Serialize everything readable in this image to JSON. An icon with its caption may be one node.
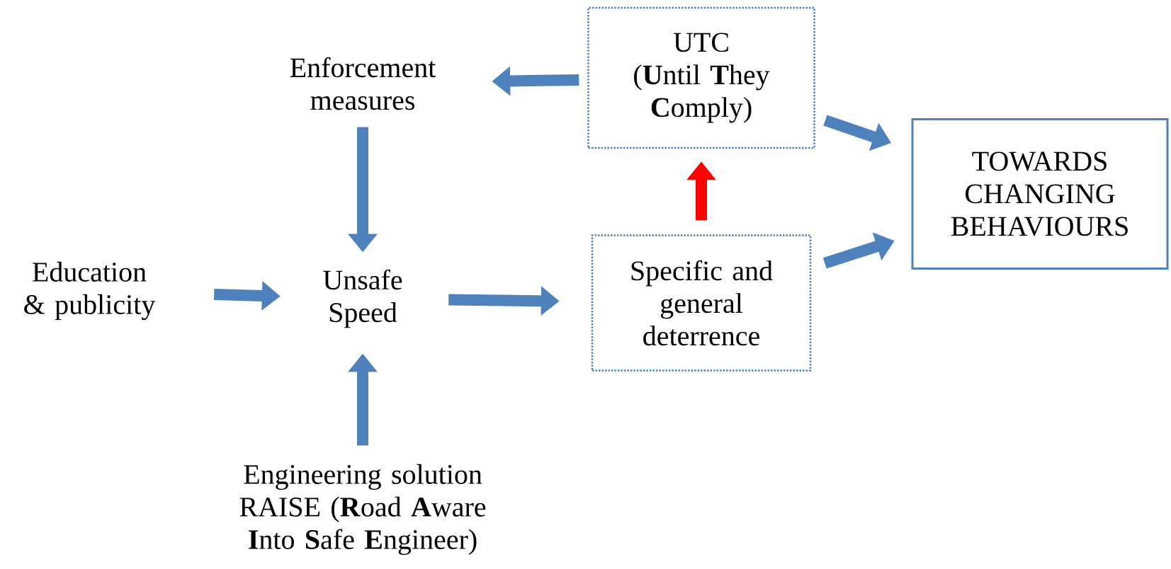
{
  "diagram": {
    "nodes": [
      {
        "text": [
          "Enforcement measures"
        ]
      },
      {
        "text": [
          "UTC",
          "(**U**ntil **T**hey **C**omply)"
        ]
      },
      {
        "text": [
          "Education & publicity"
        ]
      },
      {
        "text": [
          "Unsafe Speed"
        ]
      },
      {
        "text": [
          "Specific and general deterrence"
        ]
      },
      {
        "text": [
          "TOWARDS CHANGING BEHAVIOURS"
        ]
      },
      {
        "text": [
          "Engineering solution",
          "RAISE (**R**oad **A**ware **I**nto **S**afe **E**ngineer)"
        ]
      }
    ],
    "edges": [
      {
        "from": 1,
        "to": 0,
        "arrow": "to"
      },
      {
        "from": 0,
        "to": 3,
        "arrow": "to"
      },
      {
        "from": 2,
        "to": 3,
        "arrow": "to"
      },
      {
        "from": 6,
        "to": 3,
        "arrow": "to"
      },
      {
        "from": 3,
        "to": 4,
        "arrow": "to"
      },
      {
        "from": 4,
        "to": 1,
        "arrow": "to",
        "color": "#ff0000"
      },
      {
        "from": 1,
        "to": 5,
        "arrow": "to"
      },
      {
        "from": 4,
        "to": 5,
        "arrow": "to"
      }
    ]
  }
}
